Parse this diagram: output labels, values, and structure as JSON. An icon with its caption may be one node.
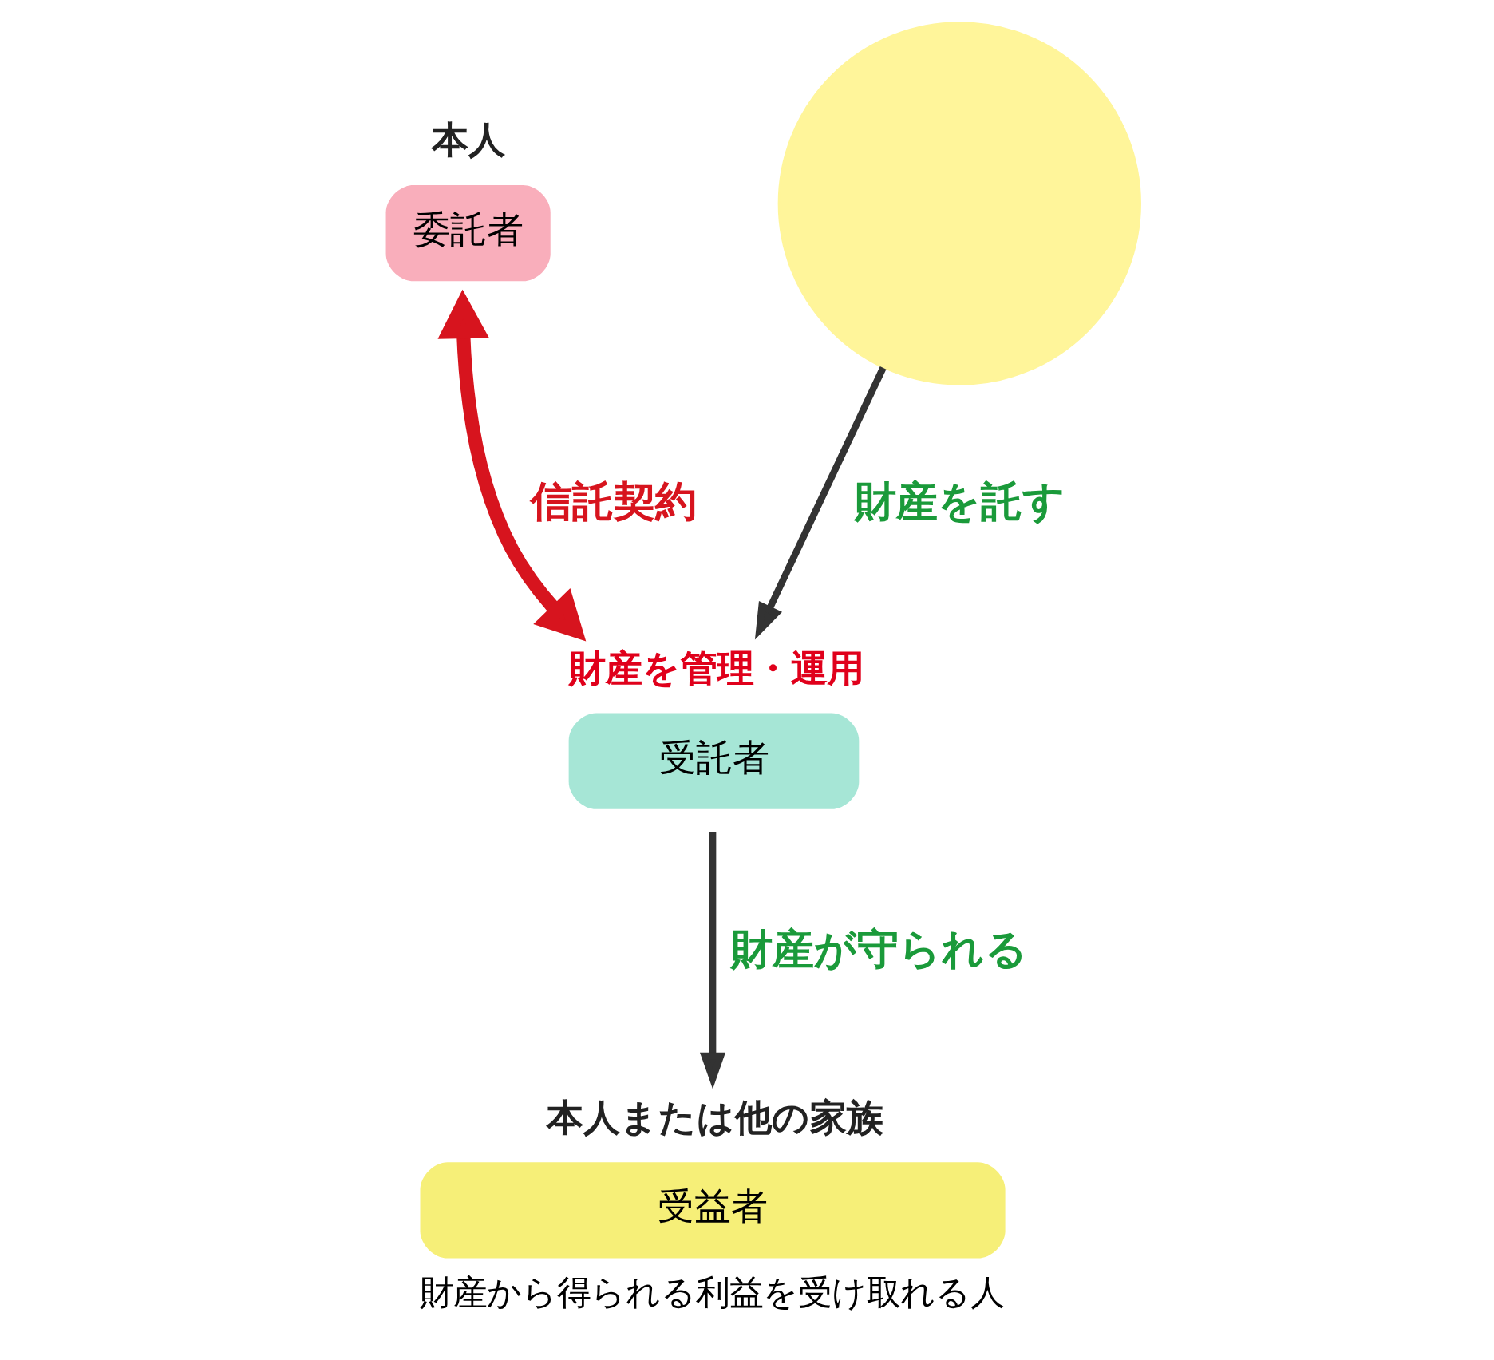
{
  "diagram": {
    "nodes": [
      {
        "text": [
          "委託者"
        ],
        "beside": [
          "本人"
        ]
      },
      {
        "text": [],
        "shape": "circle"
      },
      {
        "text": [
          "受託者"
        ],
        "beside": [
          "財産を管理・運用"
        ]
      },
      {
        "text": [
          "受益者"
        ],
        "beside": [
          "本人または他の家族",
          "財産から得られる利益を受け取れる人"
        ]
      }
    ],
    "edges": [
      {
        "from": 1,
        "to": 2,
        "arrow": "to",
        "label": "財産を託す"
      },
      {
        "from": 0,
        "to": 2,
        "arrow": "both",
        "label": "信託契約",
        "style": "thick",
        "color": "#d7141e"
      },
      {
        "from": 2,
        "to": 3,
        "arrow": "to",
        "label": "財産が守られる"
      }
    ]
  }
}
